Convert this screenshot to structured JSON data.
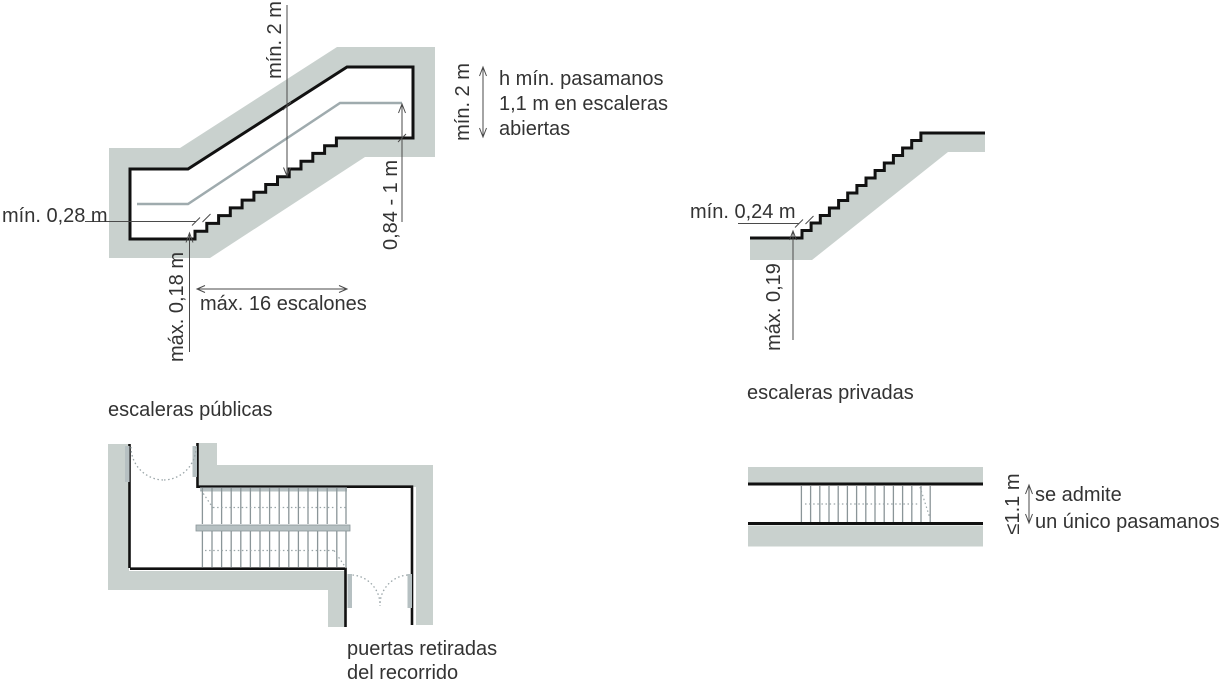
{
  "colors": {
    "wall_gray": "#c9d1ce",
    "outline_black": "#111111",
    "handrail_gray": "#9fabae",
    "tread_gray": "#8a9598",
    "fitting_gray": "#b6c0c2",
    "dim_line": "#4a4a4a",
    "text": "#333333"
  },
  "public_section": {
    "caption": "escaleras públicas",
    "headroom": "mín. 2 m",
    "tread_depth": "mín. 0,28 m",
    "riser_height": "máx. 0,18 m",
    "max_steps": "máx. 16 escalones",
    "handrail_height": "0,84 - 1 m",
    "storey_height": "mín. 2 m",
    "note_line1": "h mín. pasamanos",
    "note_line2": "1,1 m en escaleras",
    "note_line3": "abiertas"
  },
  "private_section": {
    "caption": "escaleras privadas",
    "tread_depth": "mín. 0,24 m",
    "riser_height": "máx. 0,19"
  },
  "public_plan": {
    "caption_line1": "puertas retiradas",
    "caption_line2": "del recorrido"
  },
  "private_plan": {
    "max_width": "≤1.1 m",
    "note_line1": "se admite",
    "note_line2": "un único pasamanos"
  }
}
